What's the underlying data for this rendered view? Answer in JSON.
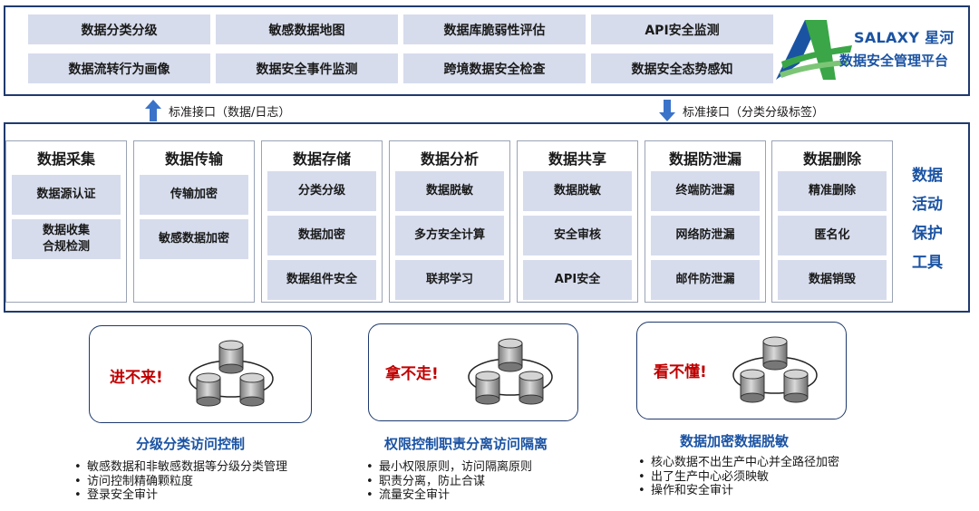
{
  "platform": {
    "modules": [
      "数据分类分级",
      "敏感数据地图",
      "数据库脆弱性评估",
      "API安全监测",
      "数据流转行为画像",
      "数据安全事件监测",
      "跨境数据安全检查",
      "数据安全态势感知"
    ],
    "brand_en": "SALAXY 星河",
    "brand_cn": "数据安全管理平台",
    "logo_icon": "a-swoosh-logo-icon",
    "accent_color": "#1b53a3",
    "accent_green": "#3aa647",
    "up_interface_label": "标准接口（数据/日志）",
    "down_interface_label": "标准接口（分类分级标签）"
  },
  "tools": {
    "side_title": [
      "数据",
      "活动",
      "保护",
      "工具"
    ],
    "columns": [
      {
        "title": "数据采集",
        "items": [
          "数据源认证",
          "数据收集\n合规检测"
        ]
      },
      {
        "title": "数据传输",
        "items": [
          "传输加密",
          "敏感数据加密"
        ]
      },
      {
        "title": "数据存储",
        "items": [
          "分类分级",
          "数据加密",
          "数据组件安全"
        ]
      },
      {
        "title": "数据分析",
        "items": [
          "数据脱敏",
          "多方安全计算",
          "联邦学习"
        ]
      },
      {
        "title": "数据共享",
        "items": [
          "数据脱敏",
          "安全审核",
          "API安全"
        ]
      },
      {
        "title": "数据防泄漏",
        "items": [
          "终端防泄漏",
          "网络防泄漏",
          "邮件防泄漏"
        ]
      },
      {
        "title": "数据删除",
        "items": [
          "精准删除",
          "匿名化",
          "数据销毁"
        ]
      }
    ]
  },
  "principles": [
    {
      "tag": "进不来!",
      "icon": "database-cluster-icon",
      "title": "分级分类访问控制",
      "bullets": [
        "敏感数据和非敏感数据等分级分类管理",
        "访问控制精确颗粒度",
        "登录安全审计"
      ]
    },
    {
      "tag": "拿不走!",
      "icon": "database-cluster-icon",
      "title": "权限控制职责分离访问隔离",
      "bullets": [
        "最小权限原则，访问隔离原则",
        "职责分离，防止合谋",
        "流量安全审计"
      ]
    },
    {
      "tag": "看不懂!",
      "icon": "database-cluster-icon",
      "title": "数据加密数据脱敏",
      "bullets": [
        "核心数据不出生产中心并全路径加密",
        "出了生产中心必须映敏",
        "操作和安全审计"
      ]
    }
  ]
}
